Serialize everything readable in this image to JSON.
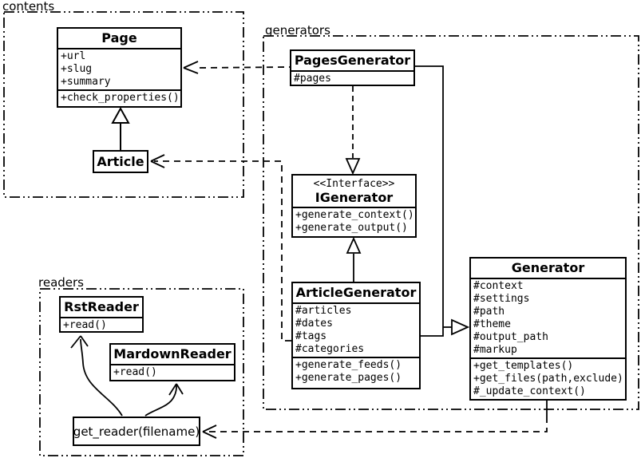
{
  "packages": {
    "contents": {
      "label": "contents"
    },
    "generators": {
      "label": "generators"
    },
    "readers": {
      "label": "readers"
    }
  },
  "classes": {
    "page": {
      "name": "Page",
      "attributes": [
        "+url",
        "+slug",
        "+summary"
      ],
      "methods": [
        "+check_properties()"
      ]
    },
    "article": {
      "name": "Article"
    },
    "pages_generator": {
      "name": "PagesGenerator",
      "attributes": [
        "#pages"
      ]
    },
    "igenerator": {
      "stereotype": "<<Interface>>",
      "name": "IGenerator",
      "methods": [
        "+generate_context()",
        "+generate_output()"
      ]
    },
    "article_generator": {
      "name": "ArticleGenerator",
      "attributes": [
        "#articles",
        "#dates",
        "#tags",
        "#categories"
      ],
      "methods": [
        "+generate_feeds()",
        "+generate_pages()"
      ]
    },
    "generator": {
      "name": "Generator",
      "attributes": [
        "#context",
        "#settings",
        "#path",
        "#theme",
        "#output_path",
        "#markup"
      ],
      "methods": [
        "+get_templates()",
        "+get_files(path,exclude)",
        "#_update_context()"
      ]
    },
    "rst_reader": {
      "name": "RstReader",
      "methods": [
        "+read()"
      ]
    },
    "mardown_reader": {
      "name": "MardownReader",
      "methods": [
        "+read()"
      ]
    },
    "get_reader": {
      "label": "get_reader(filename)"
    }
  },
  "relationships": [
    {
      "from": "Article",
      "to": "Page",
      "type": "generalization"
    },
    {
      "from": "PagesGenerator",
      "to": "Page",
      "type": "dependency"
    },
    {
      "from": "ArticleGenerator",
      "to": "Article",
      "type": "dependency"
    },
    {
      "from": "PagesGenerator",
      "to": "IGenerator",
      "type": "realization"
    },
    {
      "from": "ArticleGenerator",
      "to": "IGenerator",
      "type": "generalization"
    },
    {
      "from": "PagesGenerator",
      "to": "Generator",
      "type": "generalization"
    },
    {
      "from": "ArticleGenerator",
      "to": "Generator",
      "type": "generalization"
    },
    {
      "from": "Generator",
      "to": "get_reader(filename)",
      "type": "dependency"
    },
    {
      "from": "get_reader(filename)",
      "to": "RstReader",
      "type": "arrow"
    },
    {
      "from": "get_reader(filename)",
      "to": "MardownReader",
      "type": "arrow"
    }
  ],
  "colors": {
    "line": "#000000",
    "background": "#ffffff",
    "box_fill": "#ffffff"
  }
}
